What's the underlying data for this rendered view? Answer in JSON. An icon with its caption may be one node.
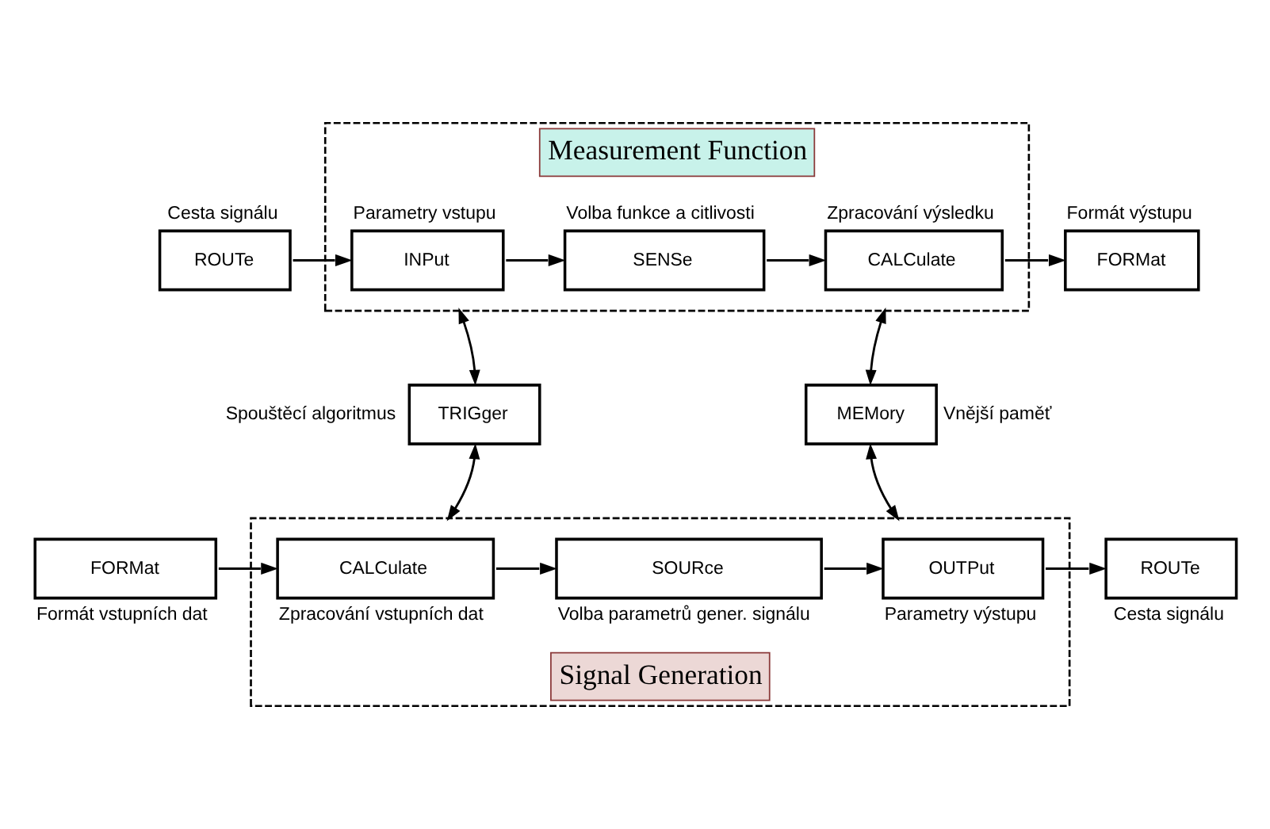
{
  "diagram": {
    "nodes": [
      {
        "text": [
          "Measurement Function"
        ]
      },
      {
        "text": [
          "ROUTe"
        ],
        "beside": [
          "Cesta signálu"
        ]
      },
      {
        "text": [
          "INPut"
        ],
        "in": 0,
        "beside": [
          "Parametry vstupu"
        ]
      },
      {
        "text": [
          "SENSe"
        ],
        "in": 0,
        "beside": [
          "Volba funkce a citlivosti"
        ]
      },
      {
        "text": [
          "CALCulate"
        ],
        "in": 0,
        "beside": [
          "Zpracování výsledku"
        ]
      },
      {
        "text": [
          "FORMat"
        ],
        "beside": [
          "Formát výstupu"
        ]
      },
      {
        "text": [
          "TRIGger"
        ],
        "beside": [
          "Spouštěcí algoritmus"
        ]
      },
      {
        "text": [
          "MEMory"
        ],
        "beside": [
          "Vnější paměť"
        ]
      },
      {
        "text": [
          "Signal Generation"
        ]
      },
      {
        "text": [
          "FORMat"
        ],
        "beside": [
          "Formát vstupních dat"
        ]
      },
      {
        "text": [
          "CALCulate"
        ],
        "in": 8,
        "beside": [
          "Zpracování vstupních dat"
        ]
      },
      {
        "text": [
          "SOURce"
        ],
        "in": 8,
        "beside": [
          "Volba parametrů gener. signálu"
        ]
      },
      {
        "text": [
          "OUTPut"
        ],
        "in": 8,
        "beside": [
          "Parametry výstupu"
        ]
      },
      {
        "text": [
          "ROUTe"
        ],
        "beside": [
          "Cesta signálu"
        ]
      }
    ],
    "edges": [
      {
        "from": 1,
        "to": 2,
        "arrow": "to"
      },
      {
        "from": 2,
        "to": 3,
        "arrow": "to"
      },
      {
        "from": 3,
        "to": 4,
        "arrow": "to"
      },
      {
        "from": 4,
        "to": 5,
        "arrow": "to"
      },
      {
        "from": 6,
        "to": 0,
        "arrow": "both"
      },
      {
        "from": 7,
        "to": 0,
        "arrow": "both"
      },
      {
        "from": 6,
        "to": 8,
        "arrow": "both"
      },
      {
        "from": 7,
        "to": 8,
        "arrow": "both"
      },
      {
        "from": 9,
        "to": 10,
        "arrow": "to"
      },
      {
        "from": 10,
        "to": 11,
        "arrow": "to"
      },
      {
        "from": 11,
        "to": 12,
        "arrow": "to"
      },
      {
        "from": 12,
        "to": 13,
        "arrow": "to"
      }
    ]
  }
}
